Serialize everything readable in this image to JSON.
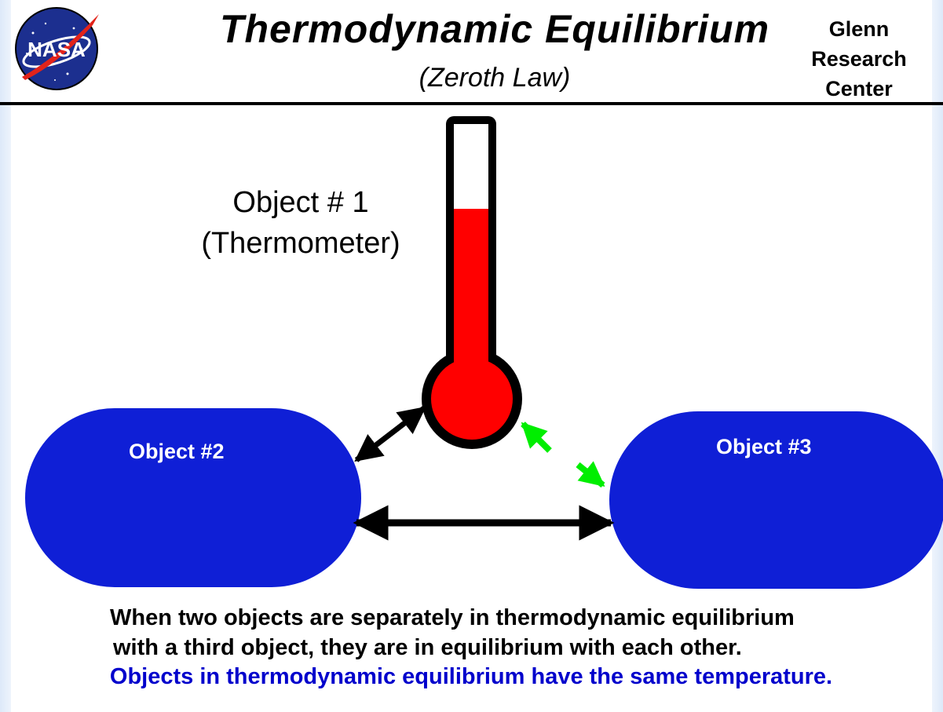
{
  "header": {
    "logo_text": "NASA",
    "title": "Thermodynamic  Equilibrium",
    "subtitle": "(Zeroth  Law)",
    "center_lines": [
      "Glenn",
      "Research",
      "Center"
    ]
  },
  "diagram": {
    "object1": {
      "line1": "Object  # 1",
      "line2": "(Thermometer)"
    },
    "object2": {
      "label": "Object  #2"
    },
    "object3": {
      "label": "Object  #3"
    },
    "colors": {
      "thermometer_fill": "#ff0000",
      "objects": "#0f1fd6",
      "arrow_dark": "#000000",
      "arrow_highlight": "#00ff00"
    },
    "icons": [
      "nasa-logo",
      "thermometer-icon",
      "double-arrow-icon"
    ]
  },
  "caption": {
    "line1": "When  two  objects  are  separately  in  thermodynamic  equilibrium",
    "line2": "with  a  third  object, they  are  in equilibrium  with  each  other.",
    "highlight": "Objects in thermodynamic  equilibrium  have the same temperature."
  }
}
